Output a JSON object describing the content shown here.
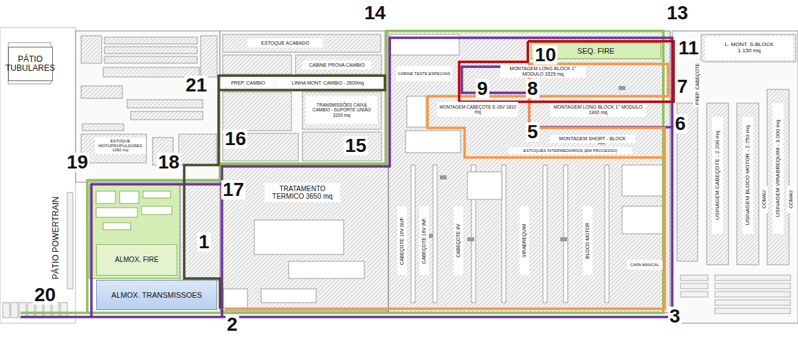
{
  "diagram": {
    "nodes": [
      {
        "text": [
          "PÁTIO TUBULARES"
        ]
      },
      {
        "text": [
          "ESTOQUE ACABADO"
        ]
      },
      {
        "text": [
          "CABINE PROVA CAMBIO"
        ]
      },
      {
        "text": [
          "SEQ. FIRE"
        ]
      },
      {
        "text": [
          "L. MONT. S-BLOCK",
          "1.150 mq"
        ]
      },
      {
        "text": [
          "CABINE TESTE ESPECIAIS"
        ]
      },
      {
        "text": [
          "MONTAGEM LONG BLOCK 1° MODULO 3325 mq"
        ]
      },
      {
        "text": [
          "PREP. CAMBIO"
        ]
      },
      {
        "text": [
          "LINHA MONT. CAMBIO - 2600mq"
        ]
      },
      {
        "text": [
          "PREP. CABEÇOTE"
        ]
      },
      {
        "text": [
          "TRANSMISSÕES CAIXA CAMBIO - SUPORTE UNIÃO 3200 mq"
        ]
      },
      {
        "text": [
          "MONTAGEM CABEÇOTE E-16V 1810 mq"
        ]
      },
      {
        "text": [
          "MONTAGEM LONG BLOCK 1° MODULO 1900 mq"
        ]
      },
      {
        "text": [
          "ESTOQUE MOTOPROPULSORES 1050 mq"
        ]
      },
      {
        "text": [
          "MONTAGEM SHORT - BLOCK"
        ]
      },
      {
        "text": [
          "ESTOQUES INTERMEDIARIOS (EM PROCESSO)"
        ]
      },
      {
        "text": [
          "USINAGEM CABEÇOTE - 2.200 mq"
        ]
      },
      {
        "text": [
          "USINAGEM BLOCO MOTOR - 2.750 mq"
        ]
      },
      {
        "text": [
          "USINAGEM VIRABREQUIM - 3.000 mq"
        ]
      },
      {
        "text": [
          "TRATAMENTO TERMICO 3650 mq"
        ]
      },
      {
        "text": [
          "COMAU"
        ]
      },
      {
        "text": [
          "COMAU"
        ]
      },
      {
        "text": [
          "ALMOX. FIRE"
        ]
      },
      {
        "text": [
          "CABEÇOTE 16V SUP."
        ]
      },
      {
        "text": [
          "CABEÇOTE 16V INF."
        ]
      },
      {
        "text": [
          "CABEÇOTE 8V"
        ]
      },
      {
        "text": [
          "VIRABREQUIM"
        ]
      },
      {
        "text": [
          "BLOCO MOTOR"
        ]
      },
      {
        "text": [
          "CAPA MANCAL"
        ]
      },
      {
        "text": [
          "PÁTIO POWERTRAIN"
        ]
      },
      {
        "text": [
          "ALMOX. TRANSMISSOES"
        ]
      }
    ],
    "labels": [
      "14",
      "13",
      "10",
      "11",
      "9",
      "8",
      "7",
      "21",
      "5",
      "6",
      "16",
      "15",
      "19",
      "18",
      "17",
      "1",
      "20",
      "2",
      "3"
    ]
  }
}
